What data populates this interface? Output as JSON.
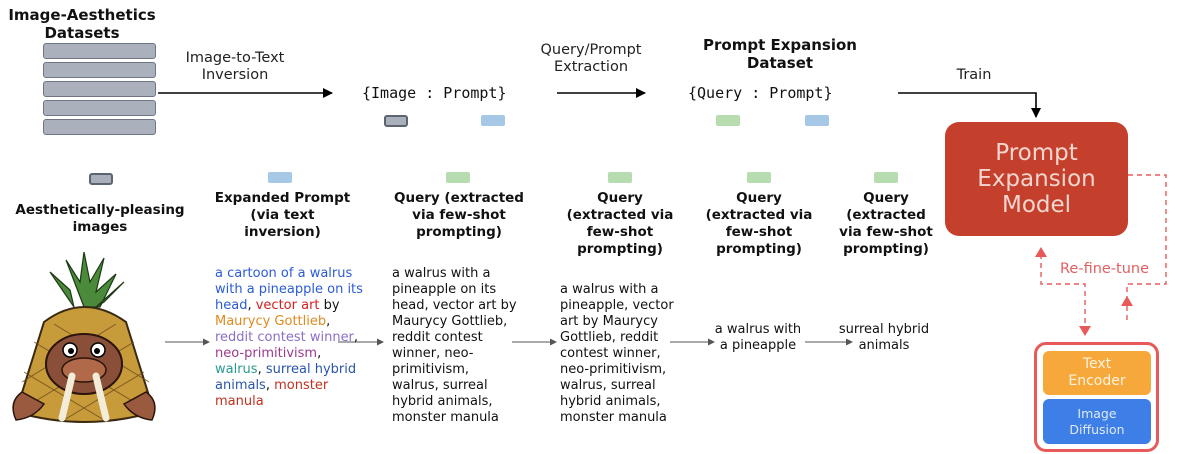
{
  "pipeline": {
    "datasets_title": "Image-Aesthetics\nDatasets",
    "inversion_label": "Image-to-Text\nInversion",
    "image_prompt_pair": "{Image : Prompt}",
    "extraction_label": "Query/Prompt\nExtraction",
    "expansion_dataset_title": "Prompt Expansion\nDataset",
    "query_prompt_pair": "{Query : Prompt}",
    "train_label": "Train",
    "model_label": "Prompt\nExpansion\nModel",
    "refine_label": "Re-fine-tune",
    "text_encoder_label": "Text\nEncoder",
    "image_diffusion_label": "Image\nDiffusion"
  },
  "columns": {
    "images_header": "Aesthetically-pleasing\nimages",
    "expanded_header": "Expanded Prompt\n(via text\ninversion)",
    "query1_header": "Query (extracted\nvia few-shot\nprompting)",
    "query2_header": "Query\n(extracted via\nfew-shot\nprompting)",
    "query3_header": "Query\n(extracted via\nfew-shot\nprompting)",
    "query4_header": "Query\n(extracted\nvia few-shot\nprompting)"
  },
  "expanded_prompt": {
    "p1": "a cartoon of a walrus with a pineapple on its head",
    "sep1": ", ",
    "p2": "vector art",
    "sep2": " by ",
    "p3": "Maurycy Gottlieb",
    "sep3": ", ",
    "p4": "reddit contest winner",
    "sep4": ", ",
    "p5": "neo-primitivism",
    "sep5": ", ",
    "p6": "walrus",
    "sep6": ", ",
    "p7": "surreal hybrid animals",
    "sep7": ", ",
    "p8": "monster manula"
  },
  "queries": {
    "q1": "a walrus with a pineapple on its head, vector art by Maurycy Gottlieb, reddit contest winner, neo-primitivism, walrus, surreal hybrid animals, monster manula",
    "q2": "a walrus with a pineapple, vector art by Maurycy Gottlieb, reddit contest winner, neo-primitivism, walrus, surreal hybrid animals, monster manula",
    "q3": "a walrus with a pineapple",
    "q4": "surreal hybrid animals"
  },
  "colors": {
    "model": "#c5402c",
    "refine": "#e85a5a",
    "text_encoder": "#f7a83b",
    "image_diffusion": "#3d7fe6",
    "prompt_chip": "#a7c7e7",
    "query_chip": "#b7dcb0"
  }
}
